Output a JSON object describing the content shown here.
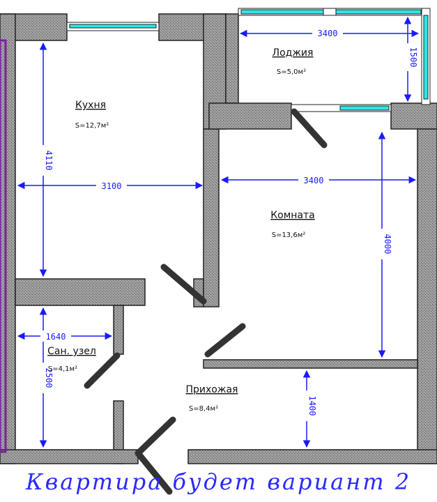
{
  "rooms": {
    "kitchen": {
      "name": "Кухня",
      "area": "S=12,7м²"
    },
    "loggia": {
      "name": "Лоджия",
      "area": "S=5,0м²"
    },
    "room": {
      "name": "Комната",
      "area": "S=13,6м²"
    },
    "bathroom": {
      "name": "Сан. узел",
      "area": "S=4,1м²"
    },
    "hallway": {
      "name": "Прихожая",
      "area": "S=8,4м²"
    }
  },
  "dimensions": {
    "loggia_width": "3400",
    "loggia_depth": "1500",
    "kitchen_height": "4110",
    "kitchen_width": "3100",
    "room_width": "3400",
    "room_height": "4000",
    "bath_width": "1640",
    "bath_height": "2500",
    "hall_height": "1400"
  },
  "caption": "Квартира будет вариант 2",
  "colors": {
    "dimension": "#1a1aff",
    "wall": "#8a8a8a",
    "window": "#2ee6e6"
  }
}
